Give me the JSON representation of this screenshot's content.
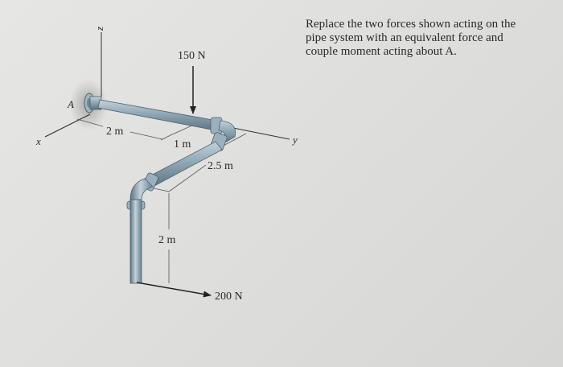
{
  "problem": {
    "lines": [
      "Replace the two forces shown acting on the",
      "pipe system with an equivalent force and",
      "couple moment acting about A."
    ]
  },
  "diagram": {
    "axes": {
      "x": "x",
      "y": "y",
      "z": "z"
    },
    "point_label": "A",
    "forces": [
      {
        "label": "150 N",
        "direction": "down"
      },
      {
        "label": "200 N",
        "direction": "along y"
      }
    ],
    "dimensions": {
      "d1": "2 m",
      "d2": "1 m",
      "d3": "2.5 m",
      "d4": "2 m"
    }
  },
  "colors": {
    "background": "#dfdfdd",
    "pipe": "#8fa6b4",
    "pipe_highlight": "#c3d2da",
    "pipe_shadow": "#5d7482",
    "ink": "#2a2a2a"
  }
}
